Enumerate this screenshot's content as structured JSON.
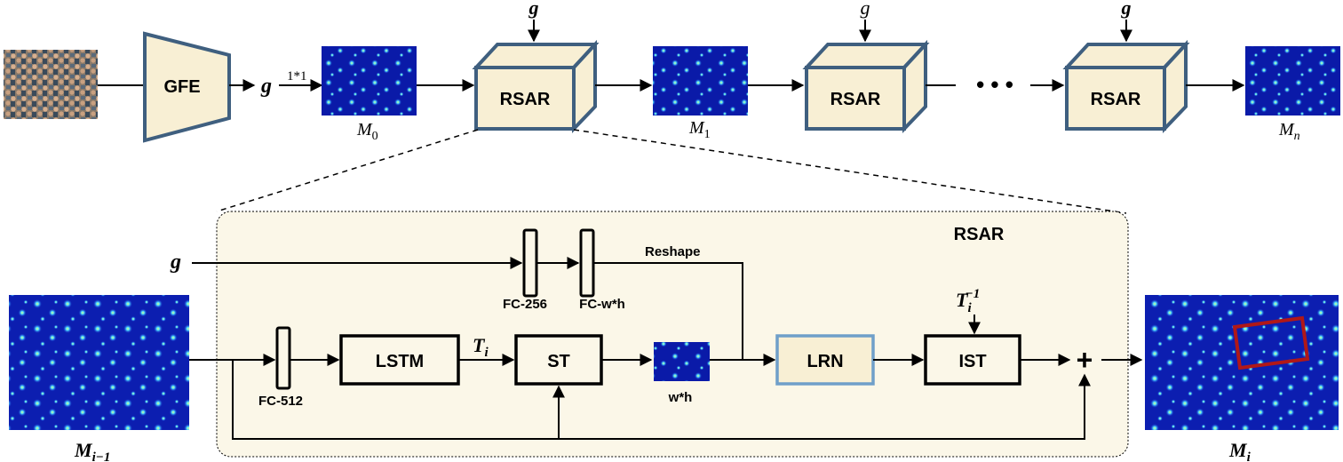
{
  "top_row": {
    "gfe_label": "GFE",
    "g_label": "g",
    "conv_label": "1*1",
    "rsar_label": "RSAR",
    "g_inputs": [
      "g",
      "g",
      "g"
    ],
    "ellipsis": "• • •",
    "maps": [
      {
        "main": "M",
        "sub": "0"
      },
      {
        "main": "M",
        "sub": "1"
      },
      {
        "main": "M",
        "sub": "n"
      }
    ]
  },
  "detail": {
    "title": "RSAR",
    "g_label": "g",
    "fc256_label": "FC-256",
    "fcwh_label": "FC-w*h",
    "reshape_label": "Reshape",
    "fc512_label": "FC-512",
    "lstm_label": "LSTM",
    "st_label": "ST",
    "lrn_label": "LRN",
    "ist_label": "IST",
    "ti_label": {
      "main": "T",
      "sub": "i"
    },
    "ti_inv_label": {
      "main": "T",
      "sub": "i",
      "sup": "−1"
    },
    "wh_label": "w*h",
    "plus_label": "+",
    "input_map": {
      "main": "M",
      "sub": "i−1"
    },
    "output_map": {
      "main": "M",
      "sub": "i"
    }
  },
  "colors": {
    "box_fill": "#f8efd4",
    "box_stroke": "#3f5f7f",
    "panel_fill": "#fbf7e8",
    "lrn_stroke": "#6f9fc9",
    "heat_bg": "#0a1aa8",
    "roi_stroke": "#b01818"
  }
}
